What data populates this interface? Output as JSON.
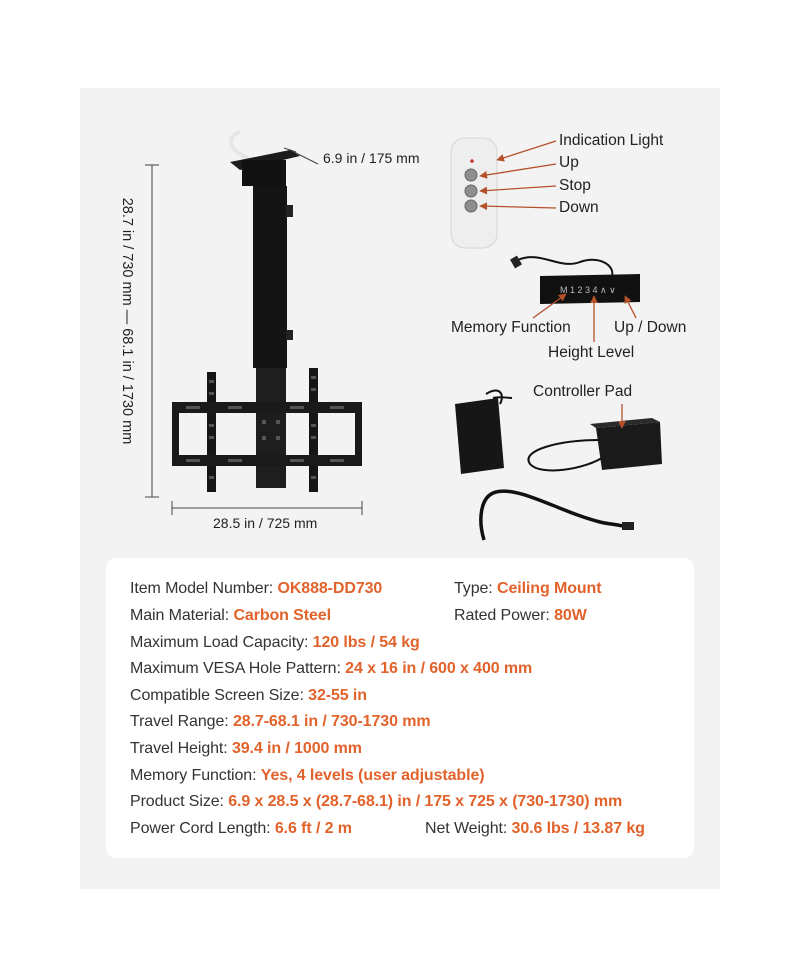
{
  "diagram": {
    "vertical_dimension": "28.7 in / 730 mm — 68.1 in / 1730 mm",
    "top_dimension": "6.9 in / 175 mm",
    "bottom_dimension": "28.5 in / 725 mm",
    "remote_labels": [
      "Indication Light",
      "Up",
      "Stop",
      "Down"
    ],
    "keypad_keys": "M 1 2 3 4 ∧ ∨",
    "keypad_labels": {
      "memory": "Memory Function",
      "height": "Height Level",
      "updown": "Up / Down"
    },
    "controller_label": "Controller Pad"
  },
  "specs": {
    "model": {
      "label": "Item Model Number: ",
      "value": "OK888-DD730"
    },
    "type": {
      "label": "Type: ",
      "value": "Ceiling Mount"
    },
    "material": {
      "label": "Main Material: ",
      "value": "Carbon Steel"
    },
    "power": {
      "label": "Rated Power: ",
      "value": "80W"
    },
    "load": {
      "label": "Maximum Load Capacity: ",
      "value": "120 lbs / 54 kg"
    },
    "vesa": {
      "label": "Maximum VESA Hole Pattern: ",
      "value": "24 x 16 in / 600 x 400 mm"
    },
    "screen": {
      "label": "Compatible Screen Size: ",
      "value": "32-55 in"
    },
    "travel_range": {
      "label": "Travel Range: ",
      "value": "28.7-68.1 in / 730-1730 mm"
    },
    "travel_height": {
      "label": "Travel Height: ",
      "value": "39.4 in / 1000 mm"
    },
    "memory": {
      "label": "Memory Function: ",
      "value": "Yes, 4 levels (user adjustable)"
    },
    "size": {
      "label": "Product Size: ",
      "value": "6.9 x 28.5 x (28.7-68.1) in / 175 x 725 x (730-1730) mm"
    },
    "cord": {
      "label": "Power Cord Length: ",
      "value": "6.6 ft / 2 m"
    },
    "weight": {
      "label": "Net Weight: ",
      "value": "30.6 lbs / 13.87 kg"
    }
  },
  "colors": {
    "accent": "#e2622b",
    "panel": "#f3f3f3",
    "arrow": "#b5502a"
  }
}
